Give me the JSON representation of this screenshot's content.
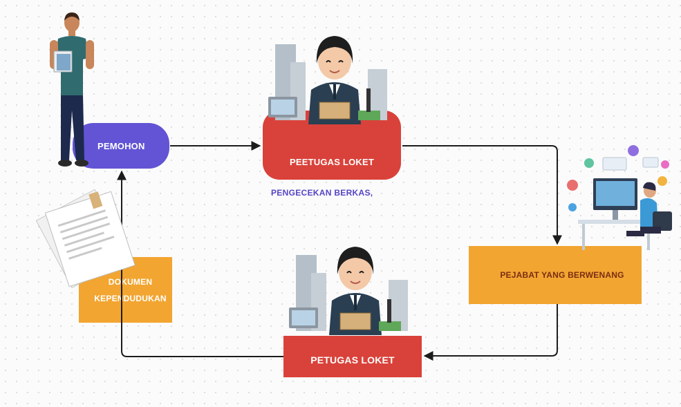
{
  "nodes": {
    "pemohon": "PEMOHON",
    "petugas_loket_top": "PEETUGAS LOKET",
    "pengecekan": "PENGECEKAN BERKAS,",
    "pejabat": "PEJABAT YANG BERWENANG",
    "petugas_loket_bottom": "PETUGAS LOKET",
    "dokumen": "DOKUMEN KEPENDUDUKAN"
  },
  "colors": {
    "pemohon": "#6254d4",
    "loket": "#d9423a",
    "orange": "#f2a531",
    "arrow": "#1c1c1c",
    "note": "#5546c6"
  }
}
